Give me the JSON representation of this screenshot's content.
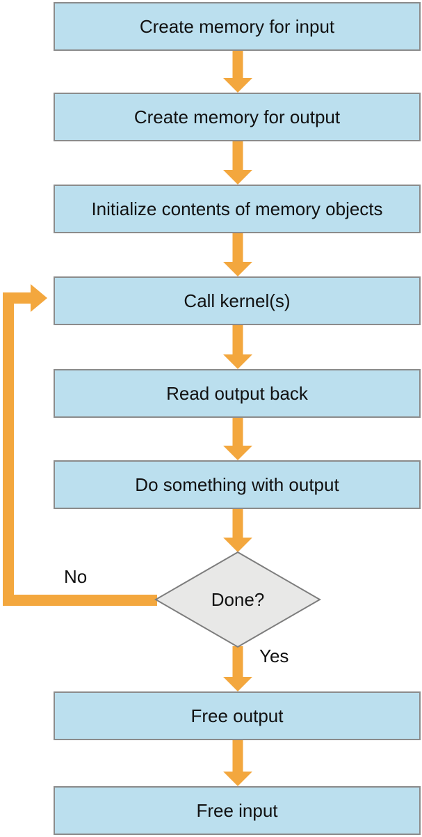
{
  "flowchart": {
    "nodes": [
      {
        "id": "create-memory-input",
        "type": "process",
        "label": "Create memory for input"
      },
      {
        "id": "create-memory-output",
        "type": "process",
        "label": "Create memory for output"
      },
      {
        "id": "initialize-memory",
        "type": "process",
        "label": "Initialize contents of memory objects"
      },
      {
        "id": "call-kernels",
        "type": "process",
        "label": "Call kernel(s)"
      },
      {
        "id": "read-output-back",
        "type": "process",
        "label": "Read output back"
      },
      {
        "id": "do-something-output",
        "type": "process",
        "label": "Do something with output"
      },
      {
        "id": "done-decision",
        "type": "decision",
        "label": "Done?"
      },
      {
        "id": "free-output",
        "type": "process",
        "label": "Free output"
      },
      {
        "id": "free-input",
        "type": "process",
        "label": "Free input"
      }
    ],
    "edges": [
      {
        "from": "create-memory-input",
        "to": "create-memory-output",
        "label": ""
      },
      {
        "from": "create-memory-output",
        "to": "initialize-memory",
        "label": ""
      },
      {
        "from": "initialize-memory",
        "to": "call-kernels",
        "label": ""
      },
      {
        "from": "call-kernels",
        "to": "read-output-back",
        "label": ""
      },
      {
        "from": "read-output-back",
        "to": "do-something-output",
        "label": ""
      },
      {
        "from": "do-something-output",
        "to": "done-decision",
        "label": ""
      },
      {
        "from": "done-decision",
        "to": "call-kernels",
        "label": "No"
      },
      {
        "from": "done-decision",
        "to": "free-output",
        "label": "Yes"
      },
      {
        "from": "free-output",
        "to": "free-input",
        "label": ""
      }
    ],
    "labels": {
      "no": "No",
      "yes": "Yes"
    }
  },
  "colors": {
    "box_fill": "#BBDFEE",
    "box_border": "#8B8B8B",
    "arrow": "#F3A73E",
    "diamond_fill": "#E8E8E7",
    "diamond_border": "#7D7D7D",
    "text": "#111111",
    "background": "#FFFFFF"
  }
}
